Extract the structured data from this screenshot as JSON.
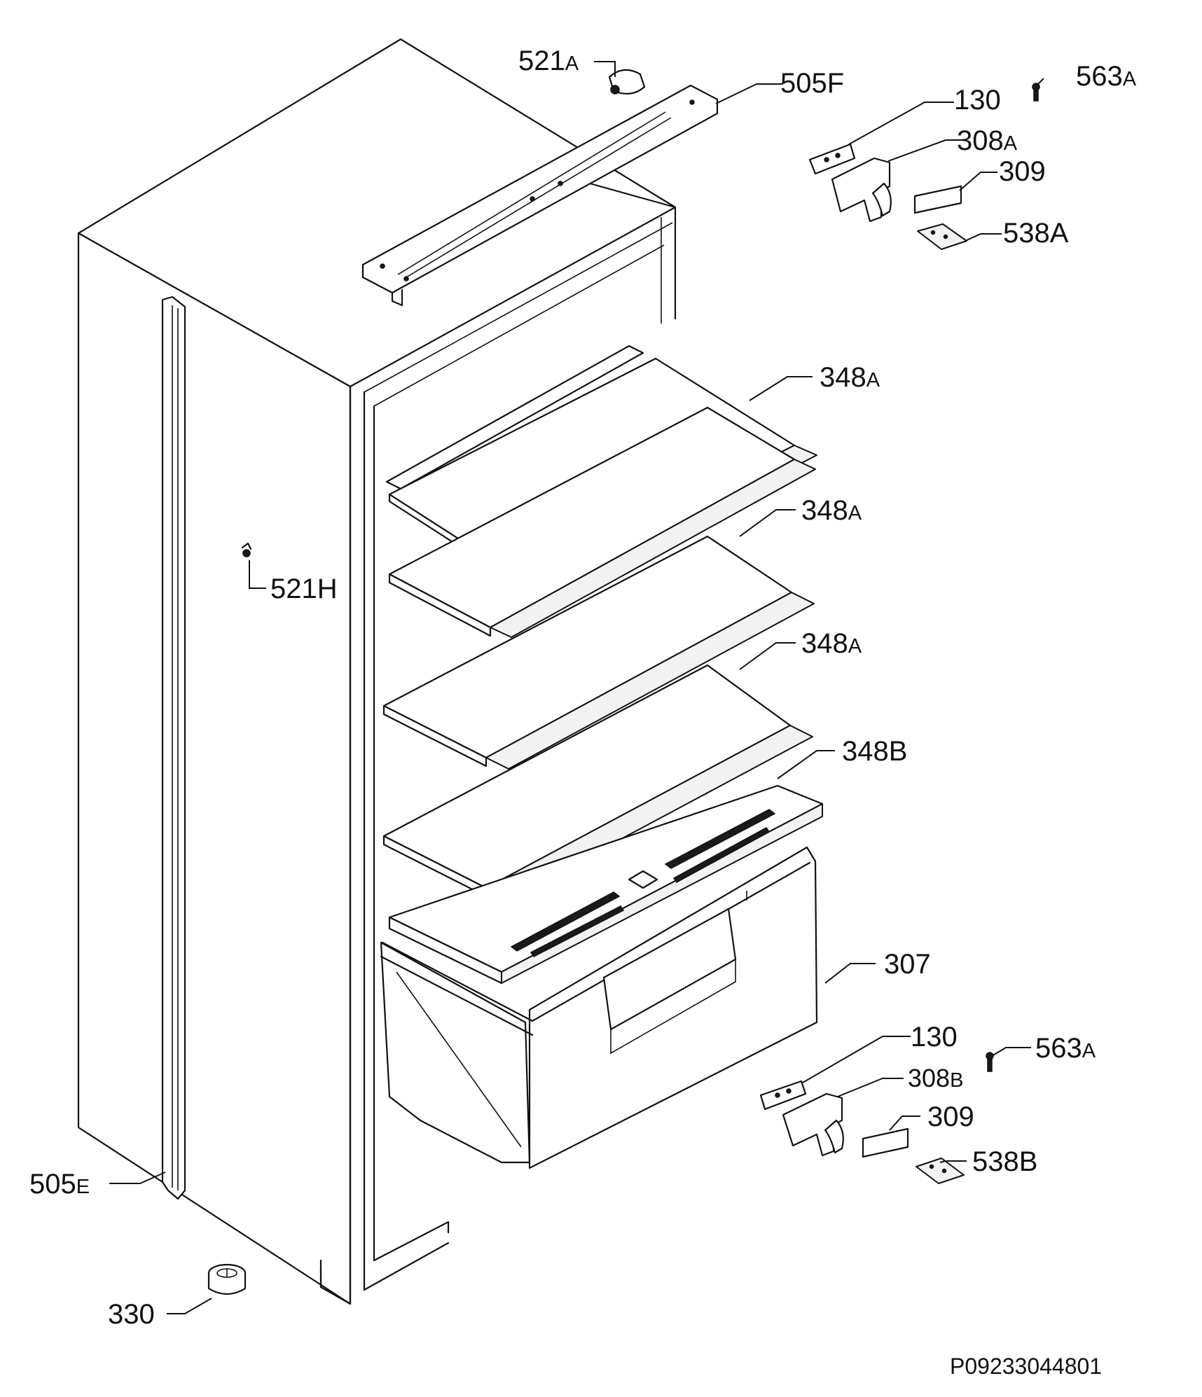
{
  "diagram": {
    "part_labels": [
      {
        "id": "521a",
        "main": "521",
        "suffix": "A"
      },
      {
        "id": "505f",
        "main": "505F",
        "suffix": ""
      },
      {
        "id": "130_top",
        "main": "130",
        "suffix": ""
      },
      {
        "id": "563a_top",
        "main": "563",
        "suffix": "A"
      },
      {
        "id": "308a",
        "main": "308",
        "suffix": "A"
      },
      {
        "id": "309_top",
        "main": "309",
        "suffix": ""
      },
      {
        "id": "538a",
        "main": "538A",
        "suffix": ""
      },
      {
        "id": "348a_1",
        "main": "348",
        "suffix": "A"
      },
      {
        "id": "348a_2",
        "main": "348",
        "suffix": "A"
      },
      {
        "id": "348a_3",
        "main": "348",
        "suffix": "A"
      },
      {
        "id": "348b",
        "main": "348B",
        "suffix": ""
      },
      {
        "id": "521h",
        "main": "521H",
        "suffix": ""
      },
      {
        "id": "307",
        "main": "307",
        "suffix": ""
      },
      {
        "id": "130_bottom",
        "main": "130",
        "suffix": ""
      },
      {
        "id": "563a_bottom",
        "main": "563",
        "suffix": "A"
      },
      {
        "id": "308b",
        "main": "308",
        "suffix": "B"
      },
      {
        "id": "309_bottom",
        "main": "309",
        "suffix": ""
      },
      {
        "id": "538b",
        "main": "538B",
        "suffix": ""
      },
      {
        "id": "505e",
        "main": "505",
        "suffix": "E"
      },
      {
        "id": "330",
        "main": "330",
        "suffix": ""
      }
    ],
    "drawing_code": "P09233044801"
  }
}
